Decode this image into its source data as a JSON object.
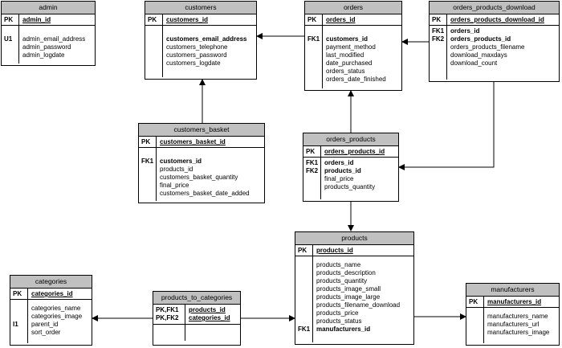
{
  "entities": {
    "admin": {
      "title": "admin",
      "key_label": "PK",
      "key_field": "admin_id",
      "labels": [
        "",
        "U1",
        "",
        ""
      ],
      "fields": [
        "",
        "admin_email_address",
        "admin_password",
        "admin_logdate"
      ]
    },
    "customers": {
      "title": "customers",
      "key_label": "PK",
      "key_field": "customers_id",
      "labels": [
        "",
        "",
        "",
        "",
        ""
      ],
      "fields": [
        "",
        "customers_email_address",
        "customers_telephone",
        "customers_password",
        "customers_logdate"
      ]
    },
    "orders": {
      "title": "orders",
      "key_label": "PK",
      "key_field": "orders_id",
      "labels": [
        "",
        "FK1",
        "",
        "",
        "",
        "",
        ""
      ],
      "fields": [
        "",
        "customers_id",
        "payment_method",
        "last_modified",
        "date_purchased",
        "orders_status",
        "orders_date_finished"
      ]
    },
    "orders_products_download": {
      "title": "orders_products_download",
      "key_label": "PK",
      "key_field": "orders_products_download_id",
      "labels": [
        "FK1",
        "FK2",
        "",
        "",
        ""
      ],
      "fields": [
        "orders_id",
        "orders_products_id",
        "orders_products_filename",
        "download_maxdays",
        "download_count"
      ]
    },
    "customers_basket": {
      "title": "customers_basket",
      "key_label": "PK",
      "key_field": "customers_basket_id",
      "labels": [
        "",
        "FK1",
        "",
        "",
        "",
        ""
      ],
      "fields": [
        "",
        "customers_id",
        "products_id",
        "customers_basket_quantity",
        "final_price",
        "customers_basket_date_added"
      ]
    },
    "orders_products": {
      "title": "orders_products",
      "key_label": "PK",
      "key_field": "orders_products_id",
      "labels": [
        "FK1",
        "FK2",
        "",
        ""
      ],
      "fields": [
        "orders_id",
        "products_id",
        "final_price",
        "products_quantity"
      ]
    },
    "products": {
      "title": "products",
      "key_label": "PK",
      "key_field": "products_id",
      "labels": [
        "",
        "",
        "",
        "",
        "",
        "",
        "",
        "",
        "",
        "FK1"
      ],
      "fields": [
        "products_name",
        "products_description",
        "products_quantity",
        "products_image_small",
        "products_image_large",
        "products_filename_download",
        "products_price",
        "products_status",
        "",
        "manufacturers_id"
      ]
    },
    "categories": {
      "title": "categories",
      "key_label": "PK",
      "key_field": "categories_id",
      "labels": [
        "",
        "",
        "I1",
        ""
      ],
      "fields": [
        "categories_name",
        "categories_image",
        "parent_id",
        "sort_order"
      ]
    },
    "products_to_categories": {
      "title": "products_to_categories",
      "key_labels": [
        "PK,FK1",
        "PK,FK2"
      ],
      "key_fields": [
        "products_id",
        "categories_id"
      ]
    },
    "manufacturers": {
      "title": "manufacturers",
      "key_label": "PK",
      "key_field": "manufacturers_id",
      "labels": [
        "",
        "",
        ""
      ],
      "fields": [
        "manufacturers_name",
        "manufacturers_url",
        "manufacturers_image"
      ]
    }
  }
}
